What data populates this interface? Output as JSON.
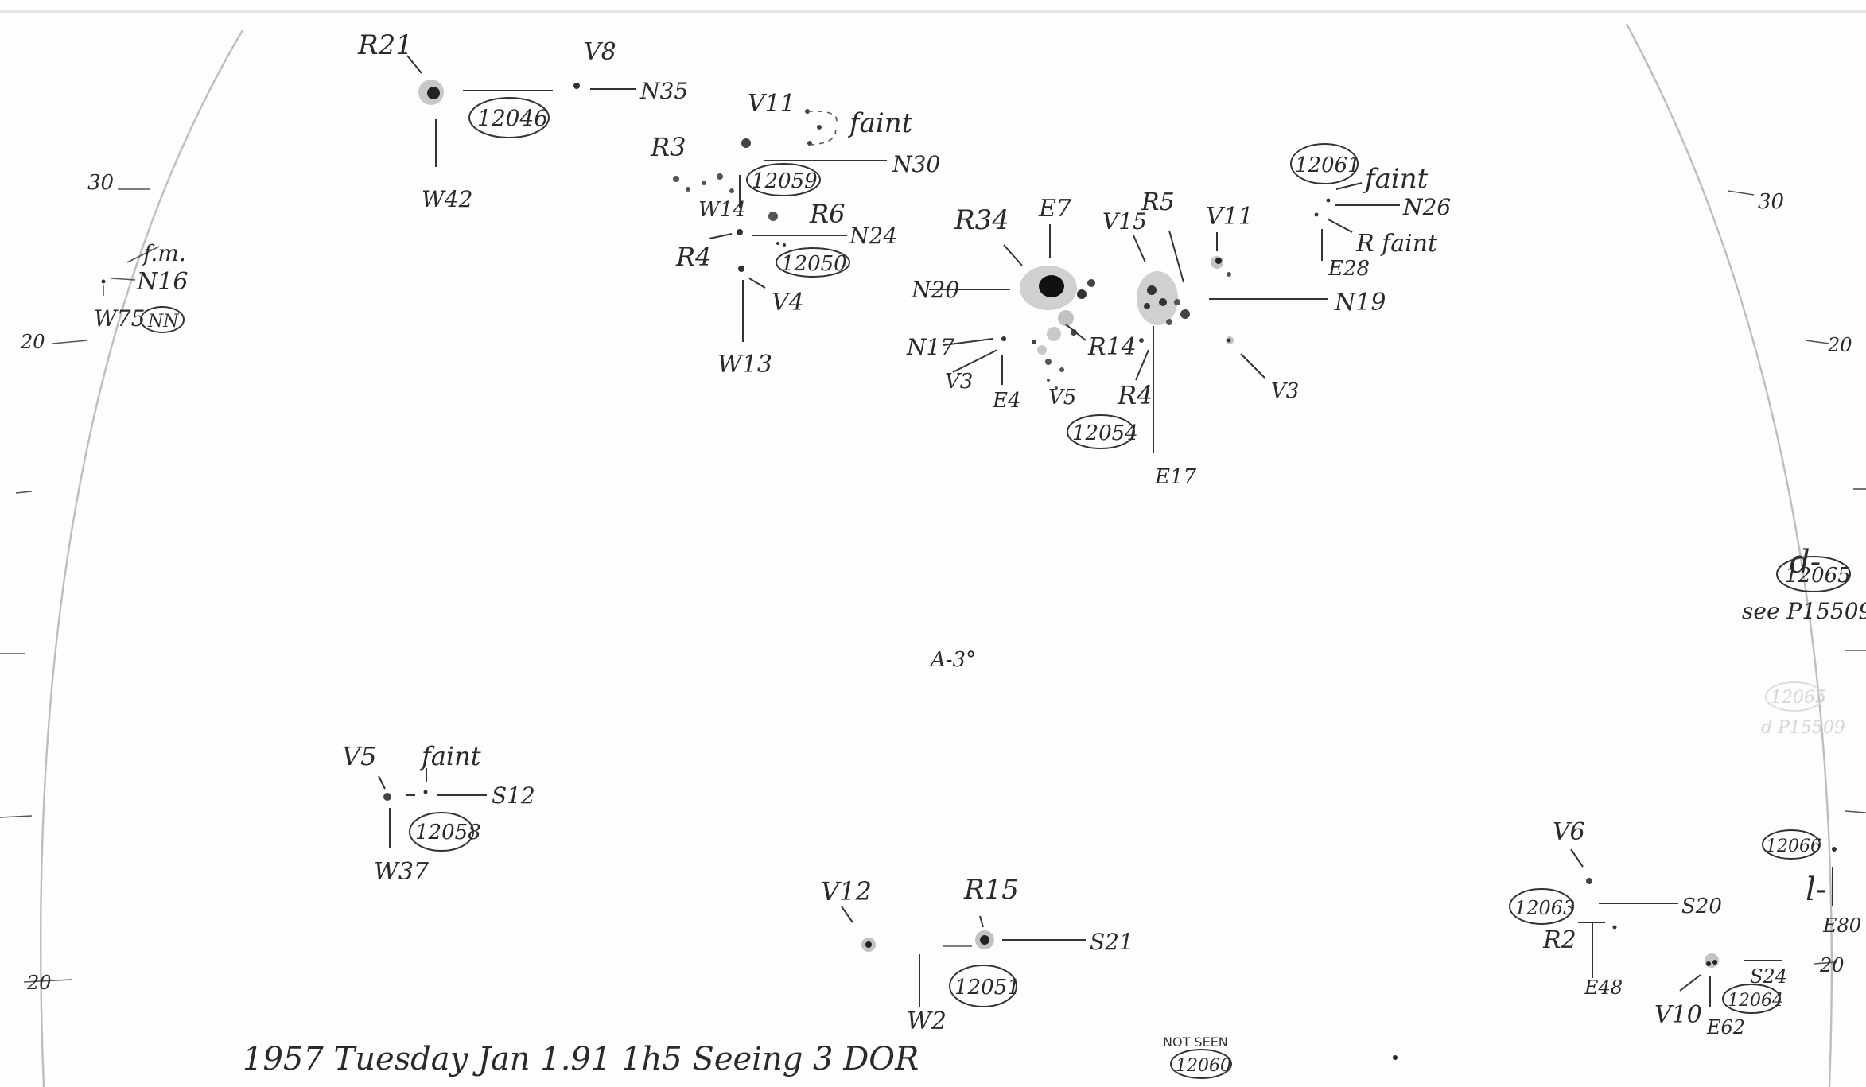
{
  "left_labels": {
    "w75": "W75",
    "nn": "NN",
    "fm": "f.m.",
    "n16": "N16"
  },
  "region_12046": {
    "r21": "R21",
    "v8": "V8",
    "n35": "N35",
    "w42": "W42",
    "id": "12046"
  },
  "region_12059": {
    "v11": "V11",
    "faint": "faint",
    "r3": "R3",
    "n30": "N30",
    "id": "12059",
    "w14": "W14"
  },
  "region_12050": {
    "r6": "R6",
    "n24": "N24",
    "r4": "R4",
    "id": "12050",
    "v4": "V4",
    "w13": "W13"
  },
  "region_12054": {
    "e7": "E7",
    "r34": "R34",
    "n20": "N20",
    "n17": "N17",
    "v3": "V3",
    "e4": "E4",
    "r14": "R14",
    "v5": "V5",
    "r4": "R4",
    "id": "12054",
    "e17": "E17",
    "v15": "V15",
    "r5": "R5",
    "v11": "V11",
    "n19": "N19",
    "v3b": "V3"
  },
  "region_12061": {
    "id": "12061",
    "faint": "faint",
    "n26": "N26",
    "r_faint": "R faint",
    "e28": "E28"
  },
  "scale_labels": {
    "left30": "30",
    "left20": "20",
    "right30": "30",
    "right20": "20",
    "bottomleft20": "20",
    "bottomright20": "20"
  },
  "center_mark": "A-3°",
  "right_notes": {
    "d": "d-",
    "id12065": "12065",
    "see": "see P15509",
    "ghost_id": "12065",
    "ghost_see": "d P15509"
  },
  "region_12058": {
    "v5": "V5",
    "faint": "faint",
    "s12": "S12",
    "id": "12058",
    "w37": "W37"
  },
  "region_12051": {
    "v12": "V12",
    "r15": "R15",
    "s21": "S21",
    "id": "12051",
    "w2": "W2"
  },
  "region_12063": {
    "v6": "V6",
    "id": "12063",
    "s20": "S20",
    "r2": "R2",
    "e48": "E48"
  },
  "region_12064": {
    "s24": "S24",
    "id": "12064",
    "v10": "V10",
    "e62": "E62"
  },
  "region_12066": {
    "id": "12066",
    "l": "l-",
    "e80": "E80"
  },
  "footer": {
    "date": "1957 Tuesday Jan 1.91 1h5 Seeing 3 DOR",
    "not_seen": "NOT SEEN",
    "id12060": "12060"
  }
}
